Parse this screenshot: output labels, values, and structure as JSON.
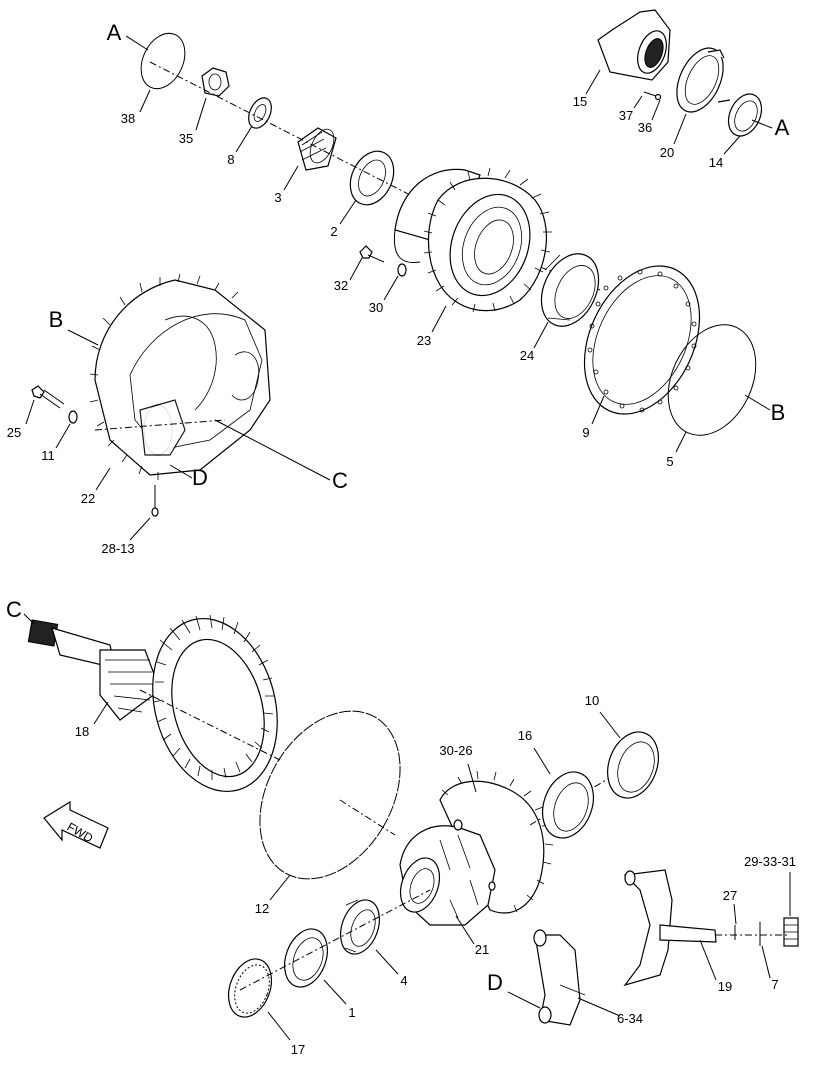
{
  "diagram": {
    "callouts": [
      {
        "label": "A",
        "size": "big"
      },
      {
        "label": "38",
        "size": "small"
      },
      {
        "label": "35",
        "size": "small"
      },
      {
        "label": "8",
        "size": "small"
      },
      {
        "label": "3",
        "size": "small"
      },
      {
        "label": "2",
        "size": "small"
      },
      {
        "label": "32",
        "size": "small"
      },
      {
        "label": "30",
        "size": "small"
      },
      {
        "label": "23",
        "size": "small"
      },
      {
        "label": "24",
        "size": "small"
      },
      {
        "label": "9",
        "size": "small"
      },
      {
        "label": "5",
        "size": "small"
      },
      {
        "label": "B",
        "size": "big"
      },
      {
        "label": "B",
        "size": "big"
      },
      {
        "label": "25",
        "size": "small"
      },
      {
        "label": "11",
        "size": "small"
      },
      {
        "label": "22",
        "size": "small"
      },
      {
        "label": "D",
        "size": "big"
      },
      {
        "label": "C",
        "size": "big"
      },
      {
        "label": "28-13",
        "size": "small"
      },
      {
        "label": "15",
        "size": "small"
      },
      {
        "label": "37",
        "size": "small"
      },
      {
        "label": "36",
        "size": "small"
      },
      {
        "label": "20",
        "size": "small"
      },
      {
        "label": "14",
        "size": "small"
      },
      {
        "label": "A",
        "size": "big"
      },
      {
        "label": "C",
        "size": "big"
      },
      {
        "label": "18",
        "size": "small"
      },
      {
        "label": "10",
        "size": "small"
      },
      {
        "label": "16",
        "size": "small"
      },
      {
        "label": "30-26",
        "size": "small"
      },
      {
        "label": "12",
        "size": "small"
      },
      {
        "label": "21",
        "size": "small"
      },
      {
        "label": "4",
        "size": "small"
      },
      {
        "label": "1",
        "size": "small"
      },
      {
        "label": "17",
        "size": "small"
      },
      {
        "label": "D",
        "size": "big"
      },
      {
        "label": "6-34",
        "size": "small"
      },
      {
        "label": "29-33-31",
        "size": "small"
      },
      {
        "label": "27",
        "size": "small"
      },
      {
        "label": "19",
        "size": "small"
      },
      {
        "label": "7",
        "size": "small"
      }
    ],
    "direction_arrow": {
      "label": "FWD"
    }
  }
}
